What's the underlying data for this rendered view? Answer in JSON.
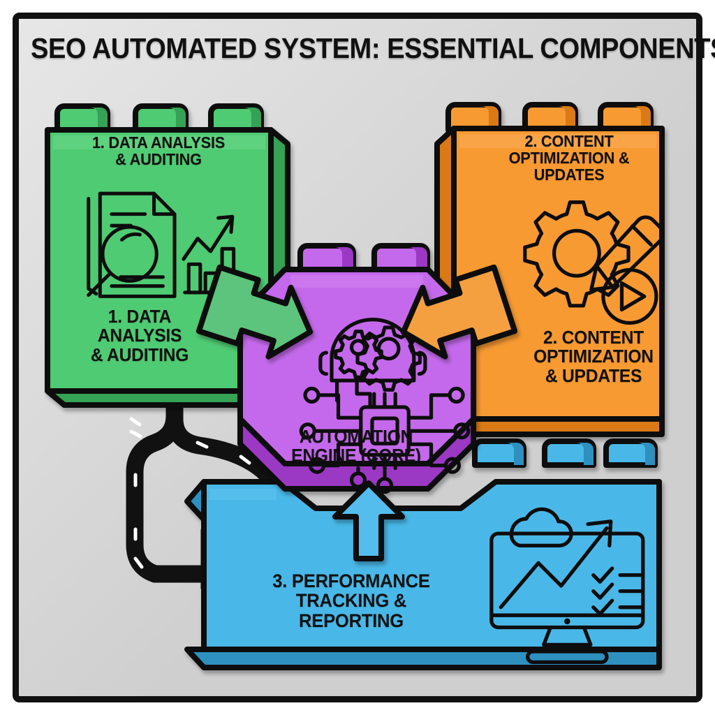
{
  "page": {
    "title": "SEO AUTOMATED SYSTEM: ESSENTIAL COMPONENTS",
    "background_color": "#dadada",
    "frame_color": "#111111",
    "canvas_color": "#ffffff"
  },
  "diagram": {
    "type": "lego-block-system-diagram",
    "blocks": [
      {
        "id": "data-analysis",
        "number": "1.",
        "title": "1. DATA ANALYSIS\n& AUDITING",
        "title_line1": "1. DATA ANALYSIS",
        "title_line2": "& AUDITING",
        "subtitle": "1. DATA\nANALYSIS\n& AUDITING",
        "subtitle_line1": "1. DATA",
        "subtitle_line2": "ANALYSIS",
        "subtitle_line3": "& AUDITING",
        "color": "#4fcb73",
        "shadow_color": "#35a257",
        "stud_count": 3,
        "icon": "document-magnifier-bar-chart-icon",
        "position": "top-left",
        "arrow_to_core": "green-arrow-right-down"
      },
      {
        "id": "content-optimization",
        "number": "2.",
        "title": "2. CONTENT\nOPTIMIZATION &\nUPDATES",
        "title_line1": "2. CONTENT",
        "title_line2": "OPTIMIZATION &",
        "title_line3": "UPDATES",
        "subtitle": "2. CONTENT\nOPTIMIZATION\n& UPDATES",
        "subtitle_line1": "2. CONTENT",
        "subtitle_line2": "OPTIMIZATION",
        "subtitle_line3": "& UPDATES",
        "color": "#f89a33",
        "shadow_color": "#d97a18",
        "stud_count": 3,
        "icon": "gear-pencil-play-icon",
        "position": "top-right",
        "arrow_to_core": "orange-arrow-left-down"
      },
      {
        "id": "performance-tracking",
        "number": "3.",
        "title": "3. PERFORMANCE\nTRACKING &\nREPORTING",
        "title_line1": "3. PERFORMANCE",
        "title_line2": "TRACKING &",
        "title_line3": "REPORTING",
        "color": "#4ab8e8",
        "shadow_color": "#2e90bf",
        "stud_count": 3,
        "icon": "monitor-growth-chart-checklist-cloud-icon",
        "position": "bottom",
        "arrow_to_core": "blue-arrow-up"
      }
    ],
    "core": {
      "id": "automation-engine",
      "label": "AUTOMATION\nENGINE (CORE)",
      "label_line1": "AUTOMATION",
      "label_line2": "ENGINE (CORE)",
      "color": "#c569ec",
      "shadow_color": "#9b37c4",
      "stud_count": 2,
      "icon": "ai-brain-chip-circuit-icon",
      "shape": "octagon"
    },
    "connectors": [
      {
        "id": "pipe-green-to-core",
        "style": "dashed-black-pipe",
        "from": "data-analysis",
        "to": "automation-engine"
      },
      {
        "id": "pipe-orange-to-core",
        "style": "dashed-black-pipe",
        "from": "content-optimization",
        "to": "automation-engine"
      },
      {
        "id": "pipe-green-to-blue",
        "style": "dashed-black-pipe",
        "from": "data-analysis",
        "to": "performance-tracking"
      }
    ]
  }
}
